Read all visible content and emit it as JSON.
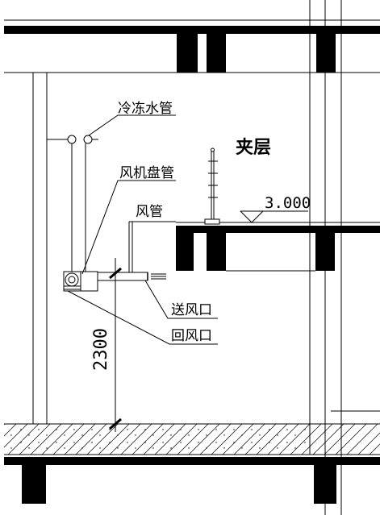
{
  "labels": {
    "chilled_water_pipe": "冷冻水管",
    "fan_coil_pipe": "风机盘管",
    "air_duct": "风管",
    "mezzanine": "夹层",
    "elevation": "3.000",
    "supply_outlet": "送风口",
    "return_outlet": "回风口",
    "height_dimension": "2300"
  }
}
